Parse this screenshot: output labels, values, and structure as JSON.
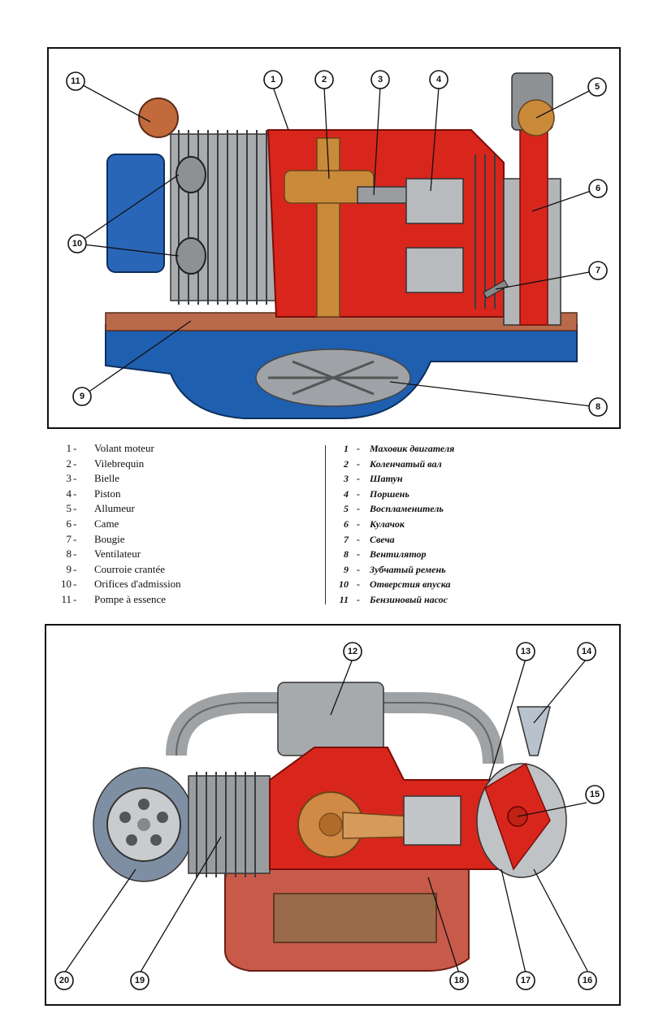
{
  "figure_top": {
    "callouts": [
      "1",
      "2",
      "3",
      "4",
      "5",
      "6",
      "7",
      "8",
      "9",
      "10",
      "11"
    ]
  },
  "legend_fr": [
    {
      "num": "1",
      "label": "Volant moteur"
    },
    {
      "num": "2",
      "label": "Vilebrequin"
    },
    {
      "num": "3",
      "label": "Bielle"
    },
    {
      "num": "4",
      "label": "Piston"
    },
    {
      "num": "5",
      "label": "Allumeur"
    },
    {
      "num": "6",
      "label": "Came"
    },
    {
      "num": "7",
      "label": "Bougie"
    },
    {
      "num": "8",
      "label": "Ventilateur"
    },
    {
      "num": "9",
      "label": "Courroie crantée"
    },
    {
      "num": "10",
      "label": "Orifices d'admission"
    },
    {
      "num": "11",
      "label": "Pompe à essence"
    }
  ],
  "legend_ru": [
    {
      "num": "1",
      "label": "Маховик двигателя"
    },
    {
      "num": "2",
      "label": "Коленчатый вал"
    },
    {
      "num": "3",
      "label": "Шатун"
    },
    {
      "num": "4",
      "label": "Поршень"
    },
    {
      "num": "5",
      "label": "Воспламенитель"
    },
    {
      "num": "6",
      "label": "Кулачок"
    },
    {
      "num": "7",
      "label": "Свеча"
    },
    {
      "num": "8",
      "label": "Вентилятор"
    },
    {
      "num": "9",
      "label": "Зубчатый ремень"
    },
    {
      "num": "10",
      "label": "Отверстия впуска"
    },
    {
      "num": "11",
      "label": "Бензиновый насос"
    }
  ],
  "legend_dash": "-",
  "figure_bottom": {
    "callouts": [
      "12",
      "13",
      "14",
      "15",
      "16",
      "17",
      "18",
      "19",
      "20"
    ]
  },
  "colors": {
    "engine_red": "#d8261c",
    "crankcase_blue": "#1f5fb0",
    "metal_gray": "#a9acae",
    "bronze": "#c98a3a",
    "dark_fins": "#3a3d40"
  }
}
